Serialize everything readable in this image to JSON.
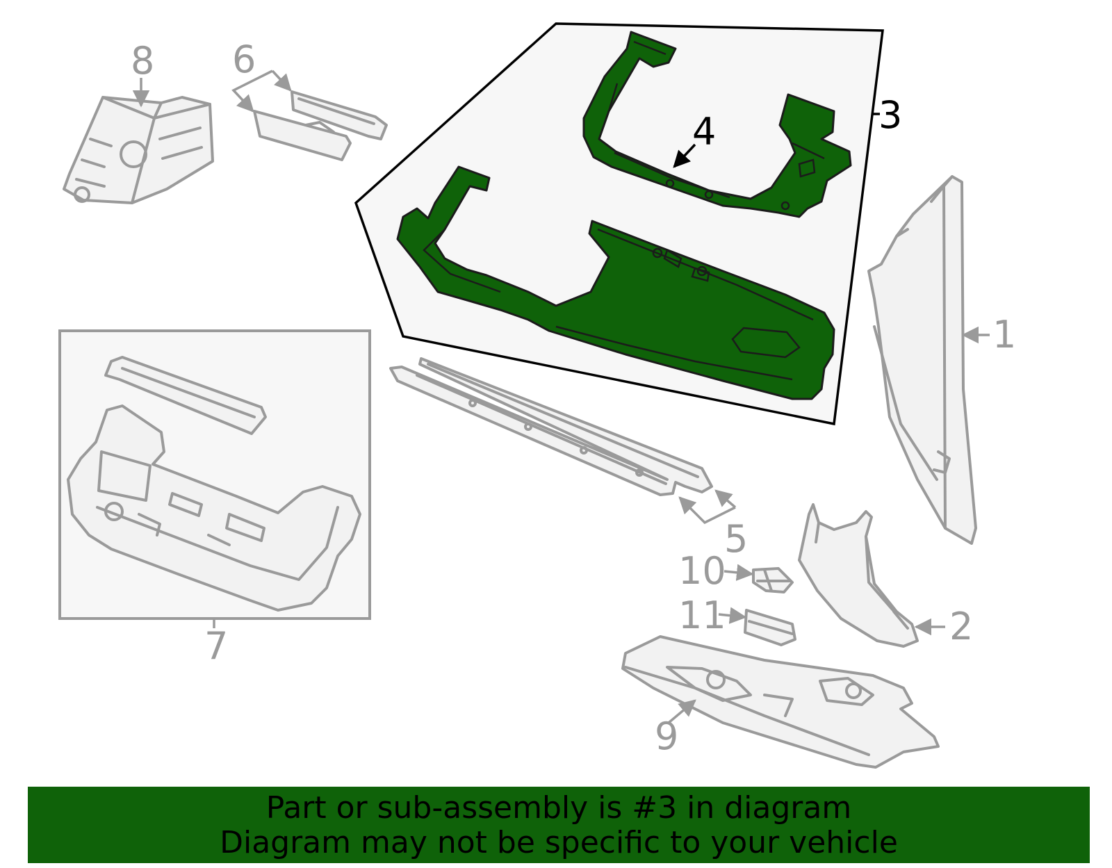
{
  "diagram": {
    "callouts": {
      "c1": "1",
      "c2": "2",
      "c3": "3",
      "c4": "4",
      "c5": "5",
      "c6": "6",
      "c7": "7",
      "c8": "8",
      "c9": "9",
      "c10": "10",
      "c11": "11"
    },
    "highlight_color": "#0f6209",
    "inactive_color": "#9a9a9a"
  },
  "banner": {
    "line1": "Part or sub-assembly is #3 in diagram",
    "line2": "Diagram may not be specific to your vehicle",
    "background": "#0f6209"
  }
}
